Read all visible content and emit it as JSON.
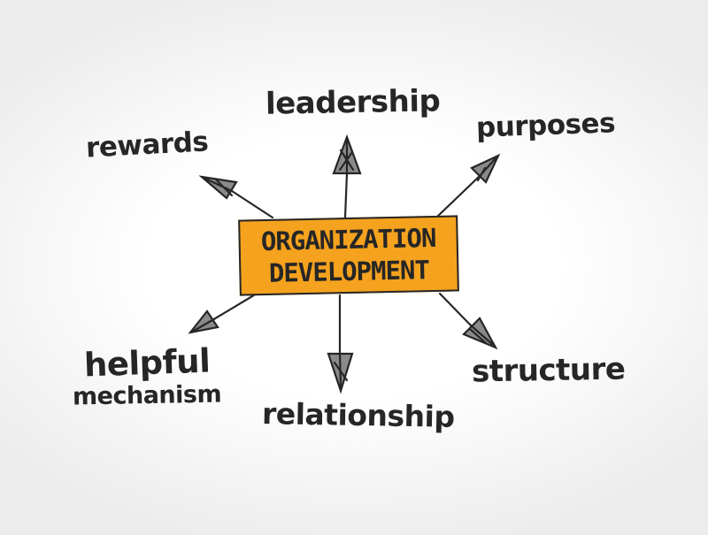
{
  "diagram": {
    "center": {
      "line1": "ORGANIZATION",
      "line2": "DEVELOPMENT",
      "fill_color": "#f5a21e",
      "stroke_color": "#262626"
    },
    "branches": {
      "leadership": "leadership",
      "purposes": "purposes",
      "rewards": "rewards",
      "helpful": "helpful",
      "mechanism": "mechanism",
      "relationship": "relationship",
      "structure": "structure"
    },
    "text_color": "#262626"
  }
}
